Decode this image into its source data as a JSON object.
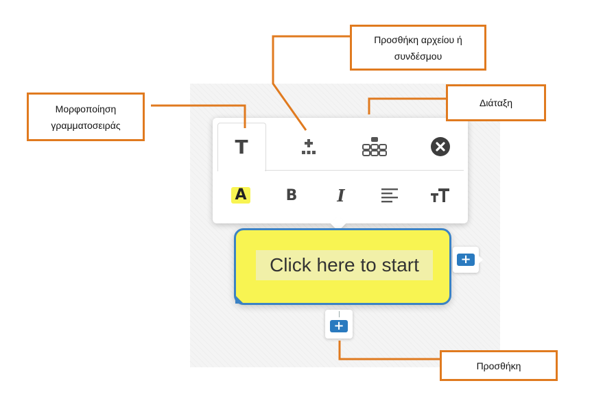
{
  "annotations": {
    "font_formatting": "Μορφοποίηση\nγραμματοσειράς",
    "add_file_link": "Προσθήκη αρχείου ή\nσυνδέσμου",
    "layout": "Διάταξη",
    "add": "Προσθήκη"
  },
  "node": {
    "text": "Click here to start"
  },
  "toolbar": {
    "tabs": [
      {
        "name": "font-tab",
        "icon": "text-T-icon",
        "label": "T",
        "active": true
      },
      {
        "name": "attachment-tab",
        "icon": "attachment-plus-icon",
        "active": false
      },
      {
        "name": "layout-tab",
        "icon": "layout-hierarchy-icon",
        "active": false
      },
      {
        "name": "close",
        "icon": "close-circle-icon",
        "active": false
      }
    ],
    "format_buttons": [
      {
        "name": "highlight-color",
        "label": "A",
        "color": "#f8f452"
      },
      {
        "name": "bold",
        "label": "B"
      },
      {
        "name": "italic",
        "label": "I"
      },
      {
        "name": "align",
        "icon": "align-left-icon"
      },
      {
        "name": "font-size",
        "label": "TT"
      }
    ]
  },
  "add_buttons": [
    {
      "name": "add-sibling",
      "label": "+"
    },
    {
      "name": "add-child",
      "label": "+"
    }
  ],
  "colors": {
    "callout_border": "#e07a1f",
    "node_fill": "#f8f452",
    "node_border": "#3b82c4",
    "add_button": "#2a7abf"
  }
}
